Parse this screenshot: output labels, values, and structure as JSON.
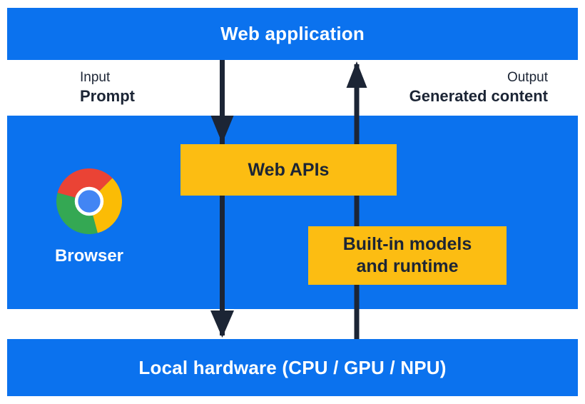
{
  "diagram": {
    "top_bar": {
      "label": "Web application"
    },
    "io_labels": {
      "input_caption": "Input",
      "input_value": "Prompt",
      "output_caption": "Output",
      "output_value": "Generated content"
    },
    "browser_panel": {
      "logo_icon": "chrome-logo-icon",
      "browser_label": "Browser",
      "web_apis_label": "Web APIs",
      "builtin_line1": "Built-in models",
      "builtin_line2": "and runtime"
    },
    "bottom_bar": {
      "label": "Local hardware (CPU / GPU / NPU)"
    },
    "icons": {
      "down_arrow": "down-arrow-icon",
      "up_arrow": "up-arrow-icon"
    }
  },
  "colors": {
    "panel_blue": "#0b72ee",
    "box_yellow": "#fcbd12",
    "ink": "#1c2535",
    "text_white": "#ffffff",
    "chrome_red": "#ea4335",
    "chrome_green": "#34a853",
    "chrome_yellow": "#fbbc05",
    "chrome_blue": "#4285f4"
  }
}
